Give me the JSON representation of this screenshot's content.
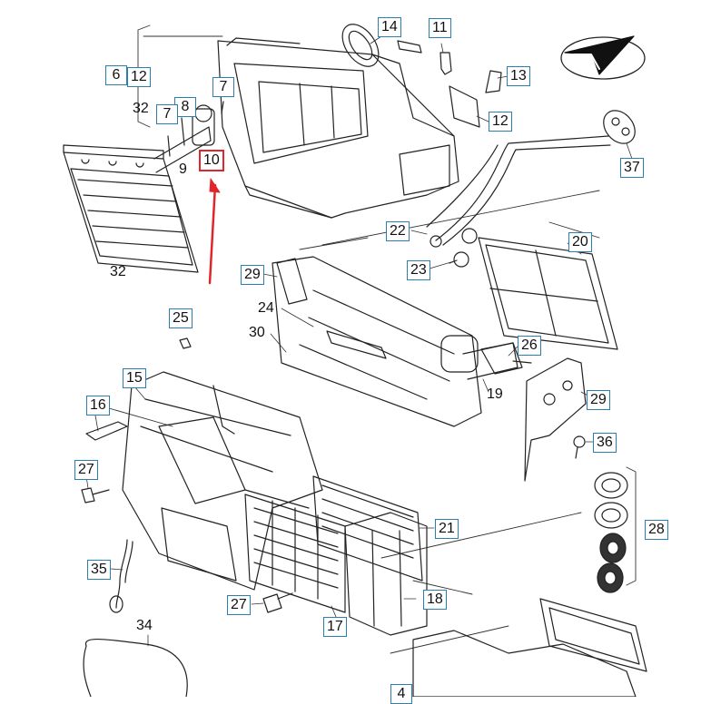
{
  "diagram": {
    "accent_color": "#2a7fb0",
    "highlight_color": "#e0262a",
    "callouts": [
      {
        "id": "c6",
        "text": "6"
      },
      {
        "id": "c12a",
        "text": "12"
      },
      {
        "id": "c32a",
        "text": "32"
      },
      {
        "id": "c8",
        "text": "8"
      },
      {
        "id": "c7a",
        "text": "7"
      },
      {
        "id": "c7b",
        "text": "7"
      },
      {
        "id": "c9",
        "text": "9"
      },
      {
        "id": "c10",
        "text": "10"
      },
      {
        "id": "c14",
        "text": "14"
      },
      {
        "id": "c11",
        "text": "11"
      },
      {
        "id": "c13",
        "text": "13"
      },
      {
        "id": "c12b",
        "text": "12"
      },
      {
        "id": "c37",
        "text": "37"
      },
      {
        "id": "c32b",
        "text": "32"
      },
      {
        "id": "c22",
        "text": "22"
      },
      {
        "id": "c20",
        "text": "20"
      },
      {
        "id": "c23",
        "text": "23"
      },
      {
        "id": "c29a",
        "text": "29"
      },
      {
        "id": "c24",
        "text": "24"
      },
      {
        "id": "c25",
        "text": "25"
      },
      {
        "id": "c30",
        "text": "30"
      },
      {
        "id": "c26",
        "text": "26"
      },
      {
        "id": "c19",
        "text": "19"
      },
      {
        "id": "c15",
        "text": "15"
      },
      {
        "id": "c29b",
        "text": "29"
      },
      {
        "id": "c16",
        "text": "16"
      },
      {
        "id": "c36",
        "text": "36"
      },
      {
        "id": "c27a",
        "text": "27"
      },
      {
        "id": "c28",
        "text": "28"
      },
      {
        "id": "c21",
        "text": "21"
      },
      {
        "id": "c35",
        "text": "35"
      },
      {
        "id": "c18",
        "text": "18"
      },
      {
        "id": "c27b",
        "text": "27"
      },
      {
        "id": "c17",
        "text": "17"
      },
      {
        "id": "c34",
        "text": "34"
      },
      {
        "id": "c4",
        "text": "4"
      }
    ]
  }
}
